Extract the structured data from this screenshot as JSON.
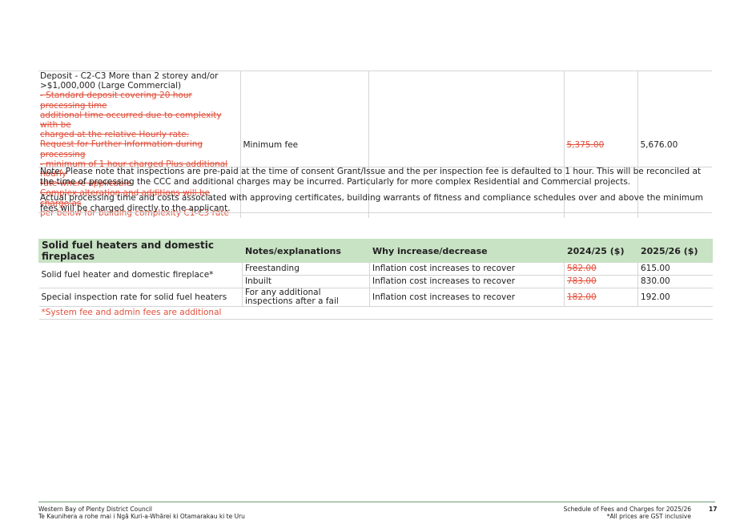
{
  "deposit": {
    "title_line1": "Deposit - C2-C3 More than 2 storey and/or",
    "title_line2": ">$1,000,000 (Large Commercial)",
    "struck_lines": [
      "- Standard deposit covering 20 hour processing time",
      "additional time occurred due to complexity with be",
      "charged at the relative Hourly rate.",
      "Request for Further Information during processing",
      "- minimum of 1 hour charged Plus additional hourly",
      "rate where applicable",
      "Complex alteration and additions will be charge as",
      "per below for building complexity C1-C3 rate"
    ],
    "notes": "Minimum fee",
    "reason": "",
    "old_price": "5,375.00",
    "new_price": "5,676.00"
  },
  "note1": "Note: Please note that inspections are pre-paid at the time of consent Grant/Issue and the per inspection fee is defaulted to 1 hour. This will be reconciled at the time of processing the CCC and additional charges may be incurred. Particularly for more complex Residential and Commercial projects.",
  "note2": "Actual processing time and costs associated with approving certificates, building warrants of fitness and compliance schedules over and above the minimum fees will be charged directly to the applicant.",
  "solid_fuel": {
    "headers": [
      "Solid fuel heaters and domestic fireplaces",
      "Notes/explanations",
      "Why increase/decrease",
      "2024/25 ($)",
      "2025/26 ($)"
    ],
    "row1": {
      "label": "Solid fuel heater and domestic fireplace*",
      "a_note": "Freestanding",
      "a_reason": "Inflation cost increases to recover",
      "a_old": "582.00",
      "a_new": "615.00",
      "b_note": "Inbuilt",
      "b_reason": "Inflation cost increases to recover",
      "b_old": "783.00",
      "b_new": "830.00"
    },
    "row2": {
      "label": "Special inspection rate for solid fuel heaters",
      "note": "For any additional inspections after a fail",
      "reason": "Inflation cost increases to recover",
      "old": "182.00",
      "new": "192.00"
    },
    "footnote": "*System fee and admin fees are additional"
  },
  "footer": {
    "org_line1": "Western Bay of Plenty District Council",
    "org_line2": "Te Kaunihera a rohe mai i Ngā Kuri-a-Whārei ki Otamarakau ki te Uru",
    "doc_title": "Schedule of Fees and Charges for 2025/26",
    "gst_note": "*All prices are GST inclusive",
    "page_number": "17"
  },
  "colors": {
    "header_green": "#c8e2c4",
    "strike_red": "#e0513d",
    "footer_rule": "#6f9a72"
  }
}
